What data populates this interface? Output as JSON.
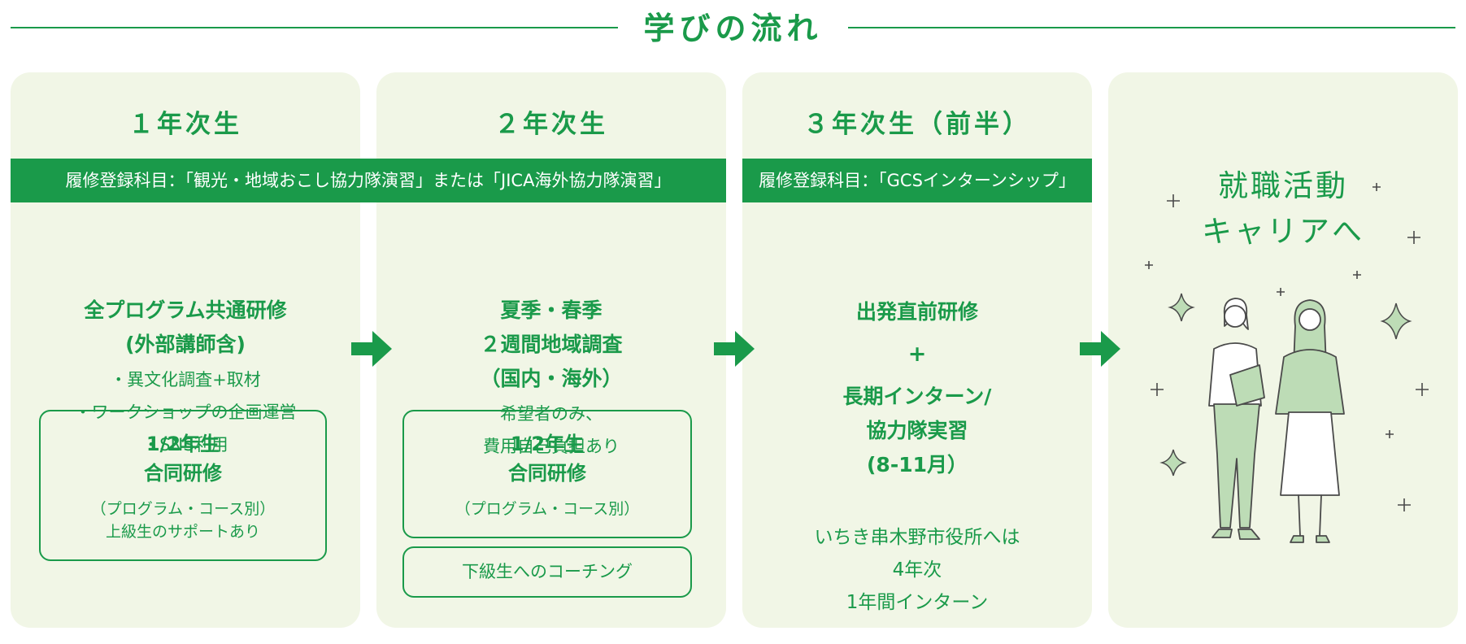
{
  "title": "学びの流れ",
  "colors": {
    "accent": "#1a9a4a",
    "card_bg": "#f1f6e6",
    "band_text": "#ffffff",
    "illustration_fill": "#bddcb6"
  },
  "band1": "履修登録科目：「観光・地域おこし協力隊演習」または「JICA海外協力隊演習」",
  "band3": "履修登録科目：「GCSインターンシップ」",
  "col1": {
    "year": "１年次生",
    "heading": [
      "全プログラム共通研修",
      "(外部講師含)"
    ],
    "items": [
      "・異文化調査+取材",
      "・ワークショップの企画運営",
      "・SNS利用"
    ],
    "box": {
      "title": [
        "1/2年生",
        "合同研修"
      ],
      "sub": [
        "（プログラム・コース別）",
        "上級生のサポートあり"
      ]
    }
  },
  "col2": {
    "year": "２年次生",
    "heading": [
      "夏季・春季",
      "２週間地域調査",
      "（国内・海外）"
    ],
    "note": [
      "希望者のみ、",
      "費用自己負担あり"
    ],
    "box": {
      "title": [
        "1/2年生",
        "合同研修"
      ],
      "sub": "（プログラム・コース別）"
    },
    "coaching": "下級生へのコーチング"
  },
  "col3": {
    "year": "３年次生（前半）",
    "lines": [
      "出発直前研修",
      "+",
      "長期インターン/",
      "協力隊実習",
      "(8-11月）"
    ],
    "note": [
      "いちき串木野市役所へは",
      "4年次",
      "1年間インターン"
    ]
  },
  "col4": {
    "career": [
      "就職活動",
      "キャリアへ"
    ],
    "icons": [
      "sparkle-icon",
      "arrow-right-icon"
    ]
  }
}
